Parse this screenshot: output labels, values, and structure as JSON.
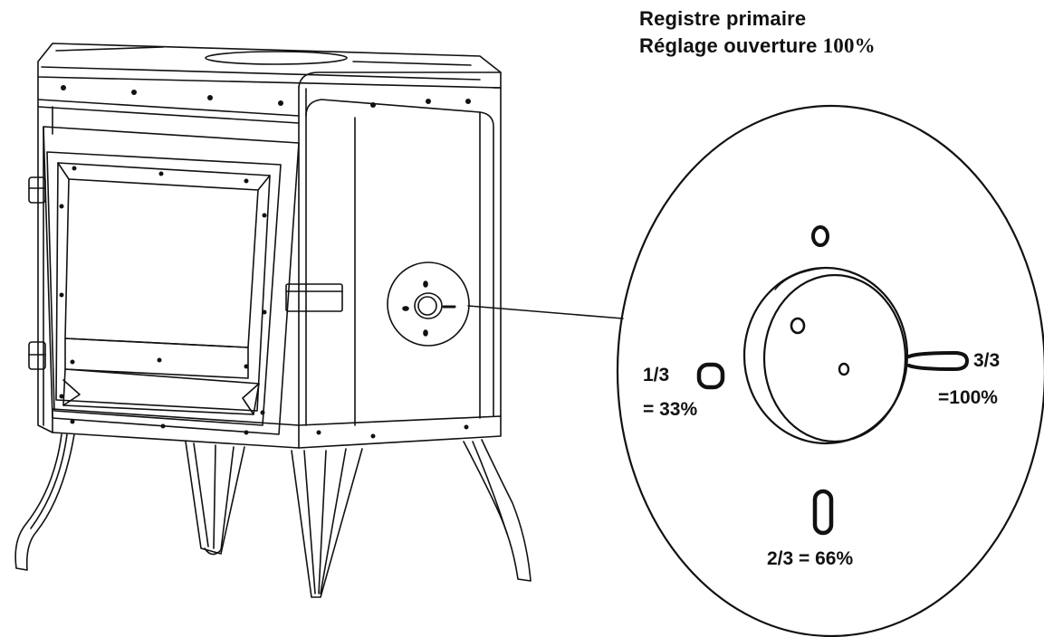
{
  "header": {
    "title": "Registre primaire",
    "subtitle_prefix": "Réglage ouverture",
    "subtitle_value": "100%"
  },
  "positions": {
    "one_third": {
      "fraction": "1/3",
      "percent": "= 33%"
    },
    "three_thirds": {
      "fraction": "3/3",
      "percent": "=100%"
    },
    "two_thirds": {
      "label": "2/3 = 66%"
    }
  },
  "colors": {
    "line": "#111111",
    "background": "#ffffff"
  }
}
